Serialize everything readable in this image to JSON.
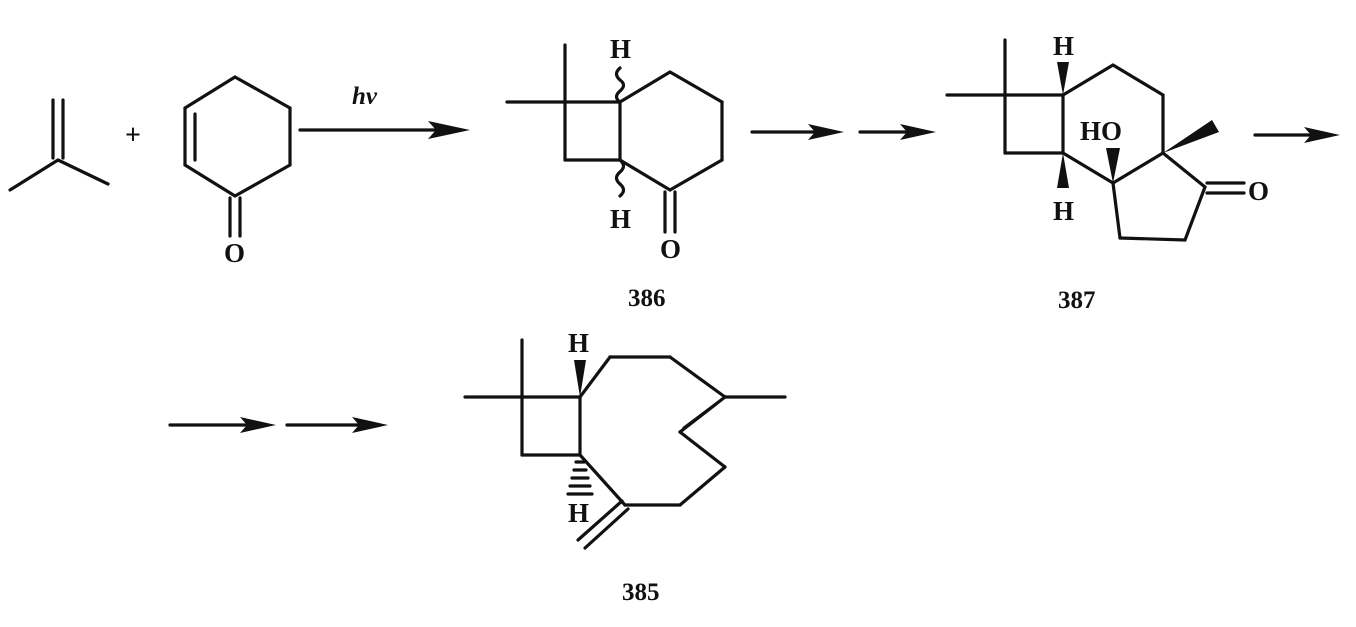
{
  "scheme": {
    "reagent_arrow_label": "hν",
    "plus_sign": "+",
    "compounds": [
      {
        "number": "386"
      },
      {
        "number": "387"
      },
      {
        "number": "385"
      }
    ],
    "atom_labels": {
      "oxygen": "O",
      "hydrogen": "H",
      "hydroxyl": "HO"
    }
  }
}
